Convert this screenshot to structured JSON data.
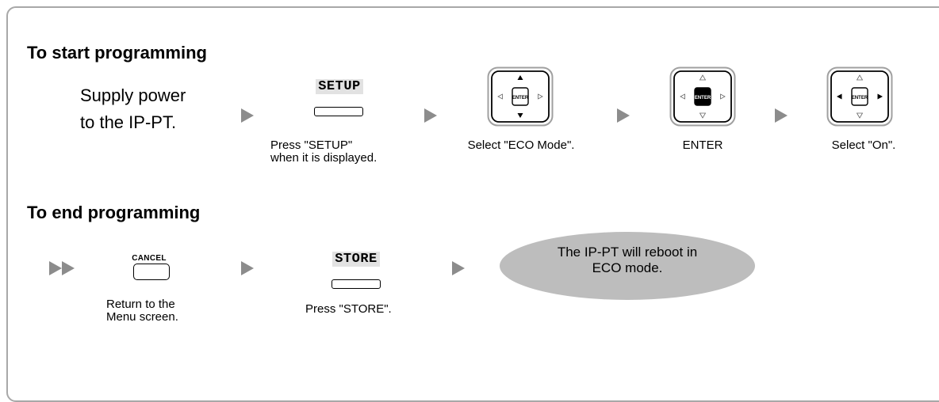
{
  "start": {
    "heading": "To start programming",
    "supply_line1": "Supply power",
    "supply_line2": "to the IP-PT.",
    "setup_label": "SETUP",
    "step1_caption_line1": "Press \"SETUP\"",
    "step1_caption_line2": "when it is displayed.",
    "step2_caption": "Select \"ECO Mode\".",
    "step3_caption": "ENTER",
    "step4_caption": "Select \"On\"."
  },
  "end": {
    "heading": "To end programming",
    "cancel_label": "CANCEL",
    "cancel_caption_line1": "Return to the",
    "cancel_caption_line2": "Menu screen.",
    "store_label": "STORE",
    "store_caption": "Press \"STORE\".",
    "result_line1": "The IP-PT will reboot in",
    "result_line2": "ECO mode."
  },
  "navpad": {
    "enter_label": "ENTER"
  },
  "colors": {
    "frame_border": "#a8a8a8",
    "arrow": "#8c8c8c",
    "bubble_fill": "#bdbdbd",
    "softkey_highlight": "#e2e2e2"
  }
}
